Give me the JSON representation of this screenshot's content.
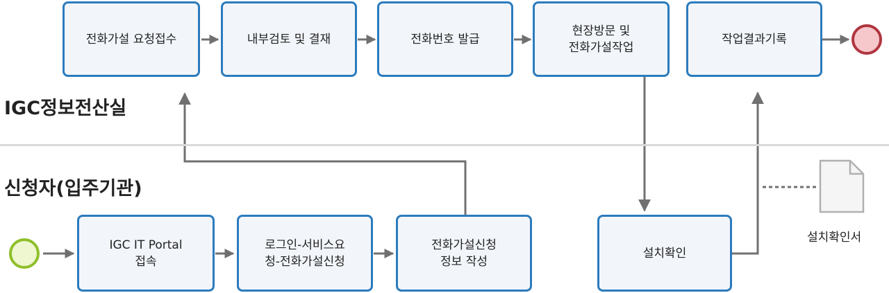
{
  "lanes": {
    "top": "IGC정보전산실",
    "bottom": "신청자(입주기관)"
  },
  "tasks": {
    "t1": "전화가설 요청접수",
    "t2": "내부검토 및 결재",
    "t3": "전화번호 발급",
    "t4": "현장방문 및\n전화가설작업",
    "t5": "작업결과기록",
    "b1": "IGC IT Portal\n접속",
    "b2": "로그인-서비스요\n청-전화가설신청",
    "b3": "전화가설신청\n정보 작성",
    "b4": "설치확인"
  },
  "document": {
    "label": "설치확인서"
  },
  "colors": {
    "task_border": "#2b7bbd",
    "task_fill": "#f2f6fb",
    "flow": "#707070",
    "start_fill": "#eef7cf",
    "start_border": "#8fbf2a",
    "end_fill": "#f6c8cc",
    "end_border": "#b0353f"
  }
}
